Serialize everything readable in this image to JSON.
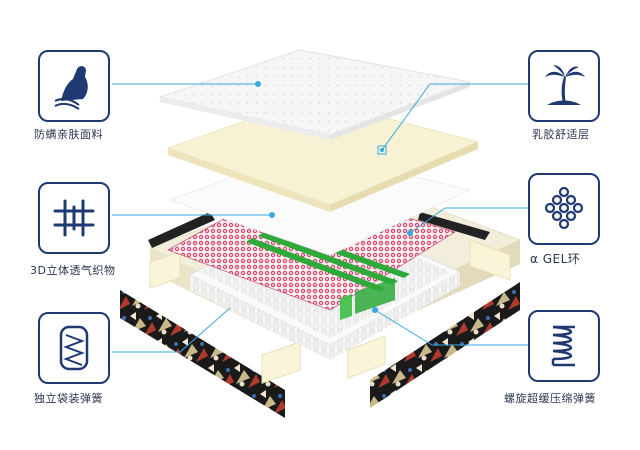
{
  "features": [
    {
      "id": "fabric",
      "icon": "arm-muscle-icon",
      "label": "防螨亲肤面料"
    },
    {
      "id": "latex",
      "icon": "palm-tree-icon",
      "label": "乳胶舒适层"
    },
    {
      "id": "mesh3d",
      "icon": "mesh-grid-icon",
      "label": "3D立体透气织物"
    },
    {
      "id": "gel",
      "icon": "gel-spheres-icon",
      "label": "α GEL环"
    },
    {
      "id": "pocket",
      "icon": "pocket-spring-icon",
      "label": "独立袋装弹簧"
    },
    {
      "id": "coil",
      "icon": "coil-spring-icon",
      "label": "螺旋超缓压绵弹簧"
    }
  ],
  "colors": {
    "brand_navy": "#1f3a73",
    "callout_blue": "#3aa8e0",
    "gel_pink": "#d8486f",
    "stripe_green": "#2eaa3a",
    "latex_cream": "#f8f2d4"
  }
}
